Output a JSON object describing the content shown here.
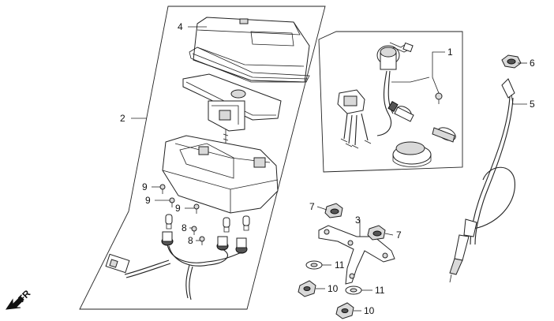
{
  "callouts": {
    "c1": "1",
    "c2": "2",
    "c3": "3",
    "c4": "4",
    "c5": "5",
    "c6": "6",
    "c7a": "7",
    "c7b": "7",
    "c8a": "8",
    "c8b": "8",
    "c9a": "9",
    "c9b": "9",
    "c9c": "9",
    "c10a": "10",
    "c10b": "10",
    "c11a": "11",
    "c11b": "11"
  },
  "direction": {
    "label": "FR"
  }
}
